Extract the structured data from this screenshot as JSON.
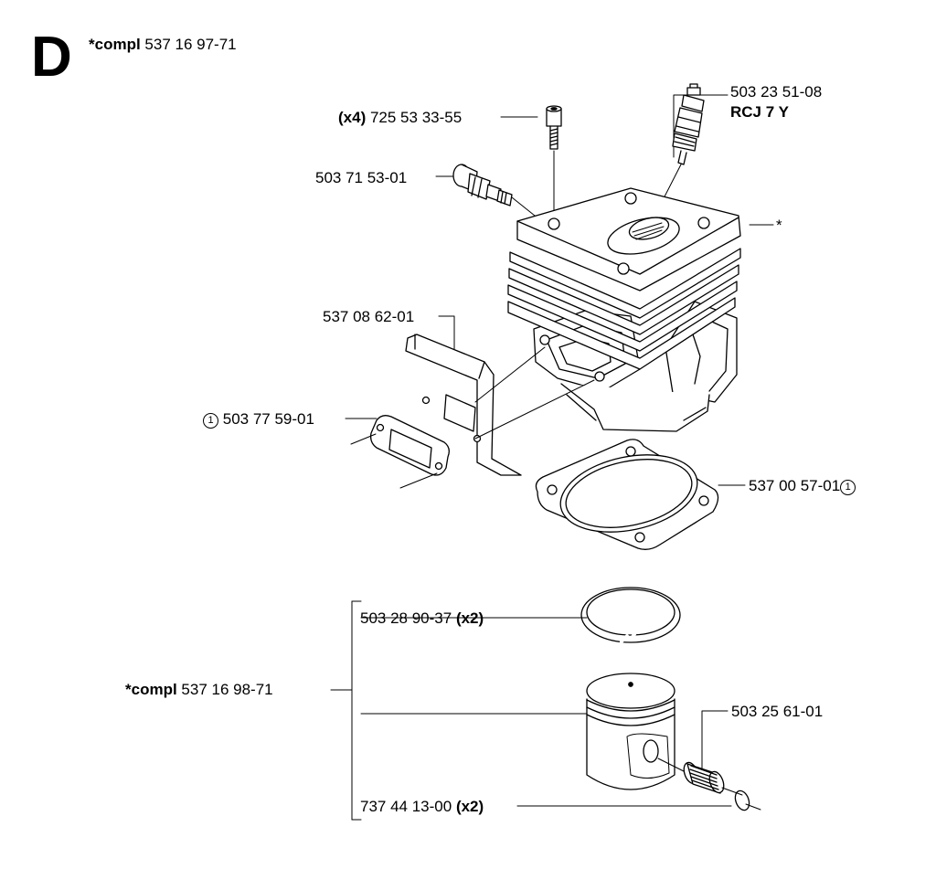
{
  "section_letter": "D",
  "title": {
    "prefix": "*compl",
    "part": "537 16 97-71"
  },
  "labels": {
    "bolt": {
      "qty": "(x4)",
      "part": "725 53 33-55"
    },
    "spark_plug": {
      "part": "503 23 51-08",
      "type": "RCJ 7 Y"
    },
    "decomp_valve": {
      "part": "503 71 53-01"
    },
    "cylinder_asterisk": "*",
    "heat_shield": {
      "part": "537 08 62-01"
    },
    "muffler_gasket": {
      "ref": "1",
      "part": "503 77 59-01"
    },
    "cylinder_gasket": {
      "part": "537 00 57-01",
      "ref": "1"
    },
    "piston_ring": {
      "part": "503 28 90-37",
      "qty": "(x2)"
    },
    "piston_kit": {
      "prefix": "*compl",
      "part": "537 16 98-71"
    },
    "needle_bearing": {
      "part": "503 25 61-01"
    },
    "circlip": {
      "part": "737 44 13-00",
      "qty": "(x2)"
    }
  }
}
